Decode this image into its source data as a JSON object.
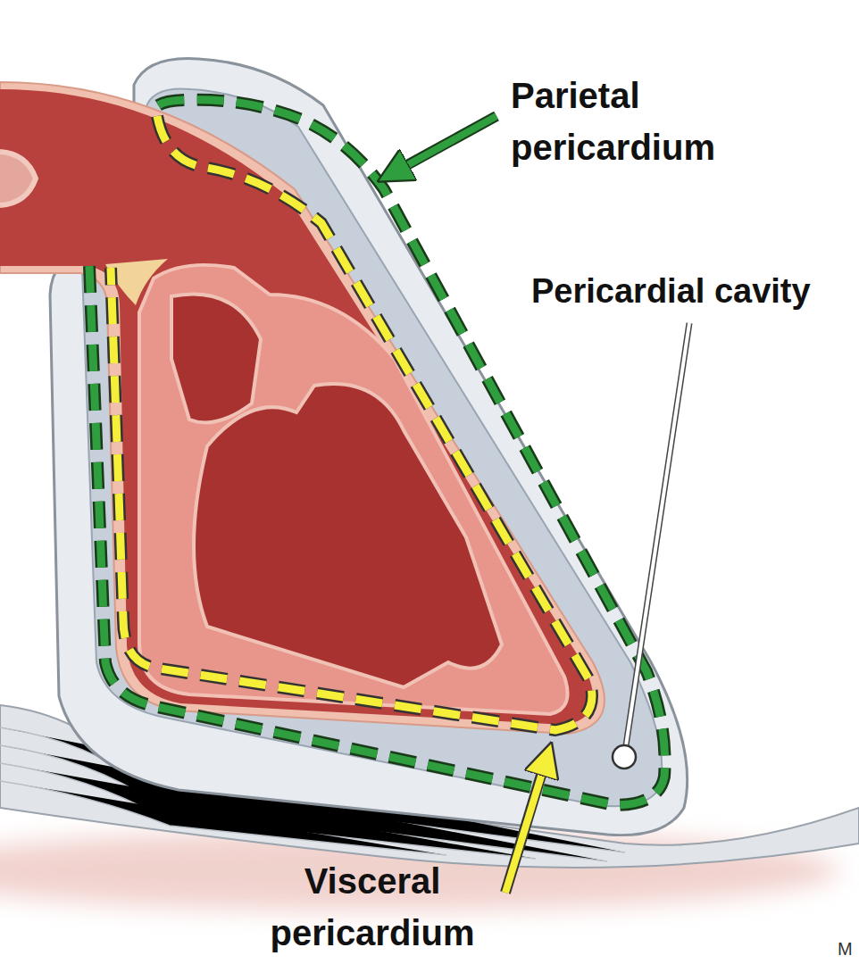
{
  "diagram": {
    "labels": [
      "Parietal pericardium",
      "Pericardial cavity",
      "Visceral pericardium",
      "M"
    ]
  }
}
